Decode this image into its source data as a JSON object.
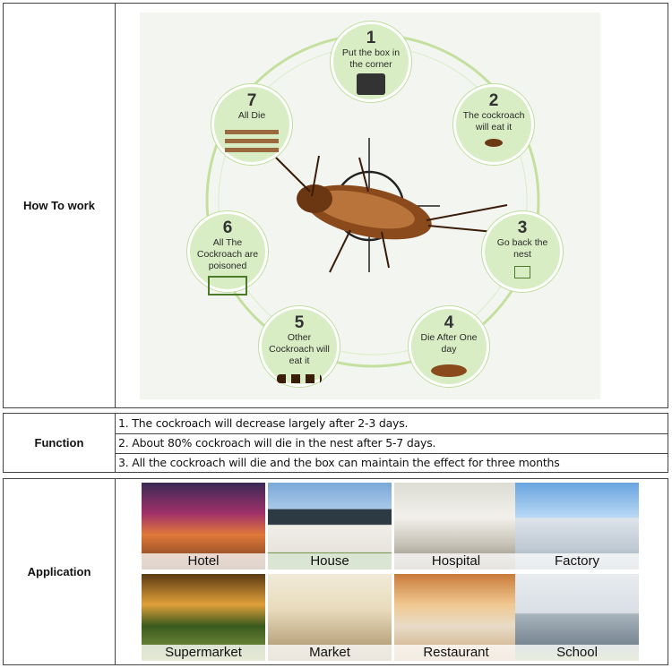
{
  "how_to_work": {
    "label": "How To work",
    "steps": [
      {
        "num": "1",
        "text": "Put the box in the corner"
      },
      {
        "num": "2",
        "text": "The cockroach will eat it"
      },
      {
        "num": "3",
        "text": "Go back the nest"
      },
      {
        "num": "4",
        "text": "Die After One day"
      },
      {
        "num": "5",
        "text": "Other Cockroach will eat it"
      },
      {
        "num": "6",
        "text": "All The Cockroach are poisoned"
      },
      {
        "num": "7",
        "text": "All Die"
      }
    ]
  },
  "function": {
    "label": "Function",
    "items": [
      "1. The cockroach will decrease largely after 2-3 days.",
      "2. About 80%  cockroach will die in the nest after 5-7 days.",
      "3. All the cockroach will die and the box can maintain the effect for three months"
    ]
  },
  "application": {
    "label": "Application",
    "places": [
      "Hotel",
      "House",
      "Hospital",
      "Factory",
      "Supermarket",
      "Market",
      "Restaurant",
      "School"
    ]
  },
  "colors": {
    "step_fill": "#d9edc4",
    "ring": "#c4e09f",
    "border": "#444444"
  }
}
